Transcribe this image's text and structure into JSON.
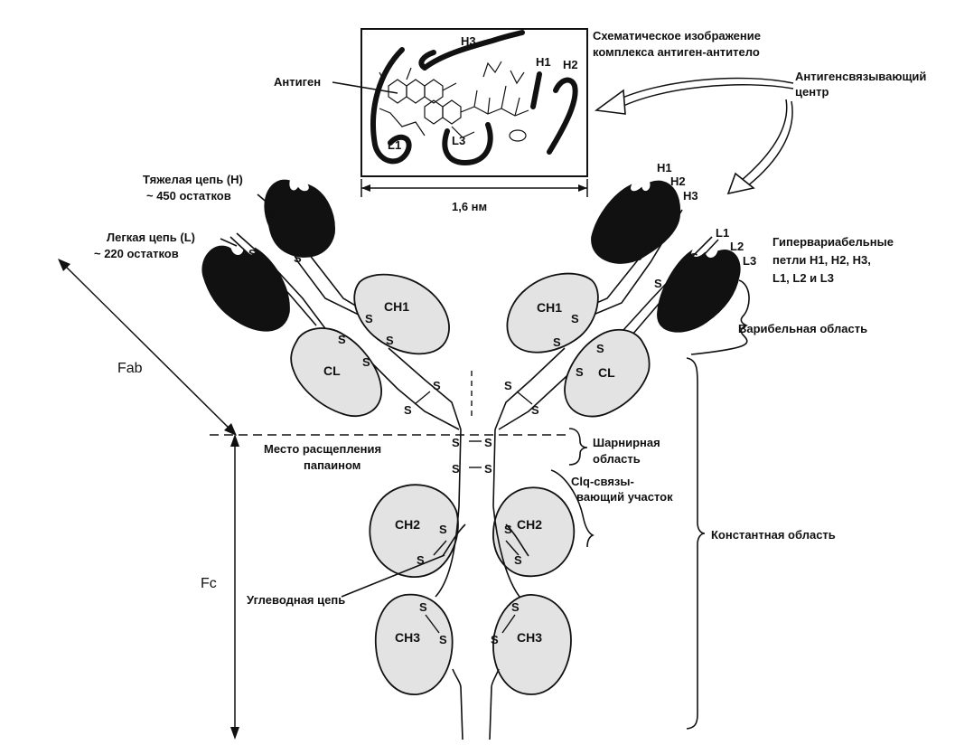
{
  "labels": {
    "inset_title": [
      "Схематическое изображение",
      "комплекса антиген-антитело"
    ],
    "antigen": "Антиген",
    "binding_site": [
      "Антигенсвязывающий",
      "центр"
    ],
    "scale": "1,6 нм",
    "heavy_chain": [
      "Тяжелая цепь  (H)",
      "~ 450 остатков"
    ],
    "light_chain": [
      "Легкая цепь (L)",
      "~ 220 остатков"
    ],
    "hypervariable": [
      "Гипервариабельные",
      "петли  H1,  H2,  H3,",
      "L1,  L2  и  L3"
    ],
    "variable_region": "Варибельная область",
    "hinge_region": [
      "Шарнирная",
      "область"
    ],
    "c1q_site": [
      "Clq-связы-",
      "вающий участок"
    ],
    "constant_region": "Константная область",
    "papain_site": [
      "Место расщепления",
      "папаином"
    ],
    "carbohydrate": "Углеводная цепь",
    "fab": "Fab",
    "fc": "Fc"
  },
  "loops": {
    "h1": "H1",
    "h2": "H2",
    "h3": "H3",
    "l1": "L1",
    "l2": "L2",
    "l3": "L3"
  },
  "domains": {
    "ch1": "CH1",
    "cl": "CL",
    "ch2": "CH2",
    "ch3": "CH3"
  },
  "disulfide": "S"
}
